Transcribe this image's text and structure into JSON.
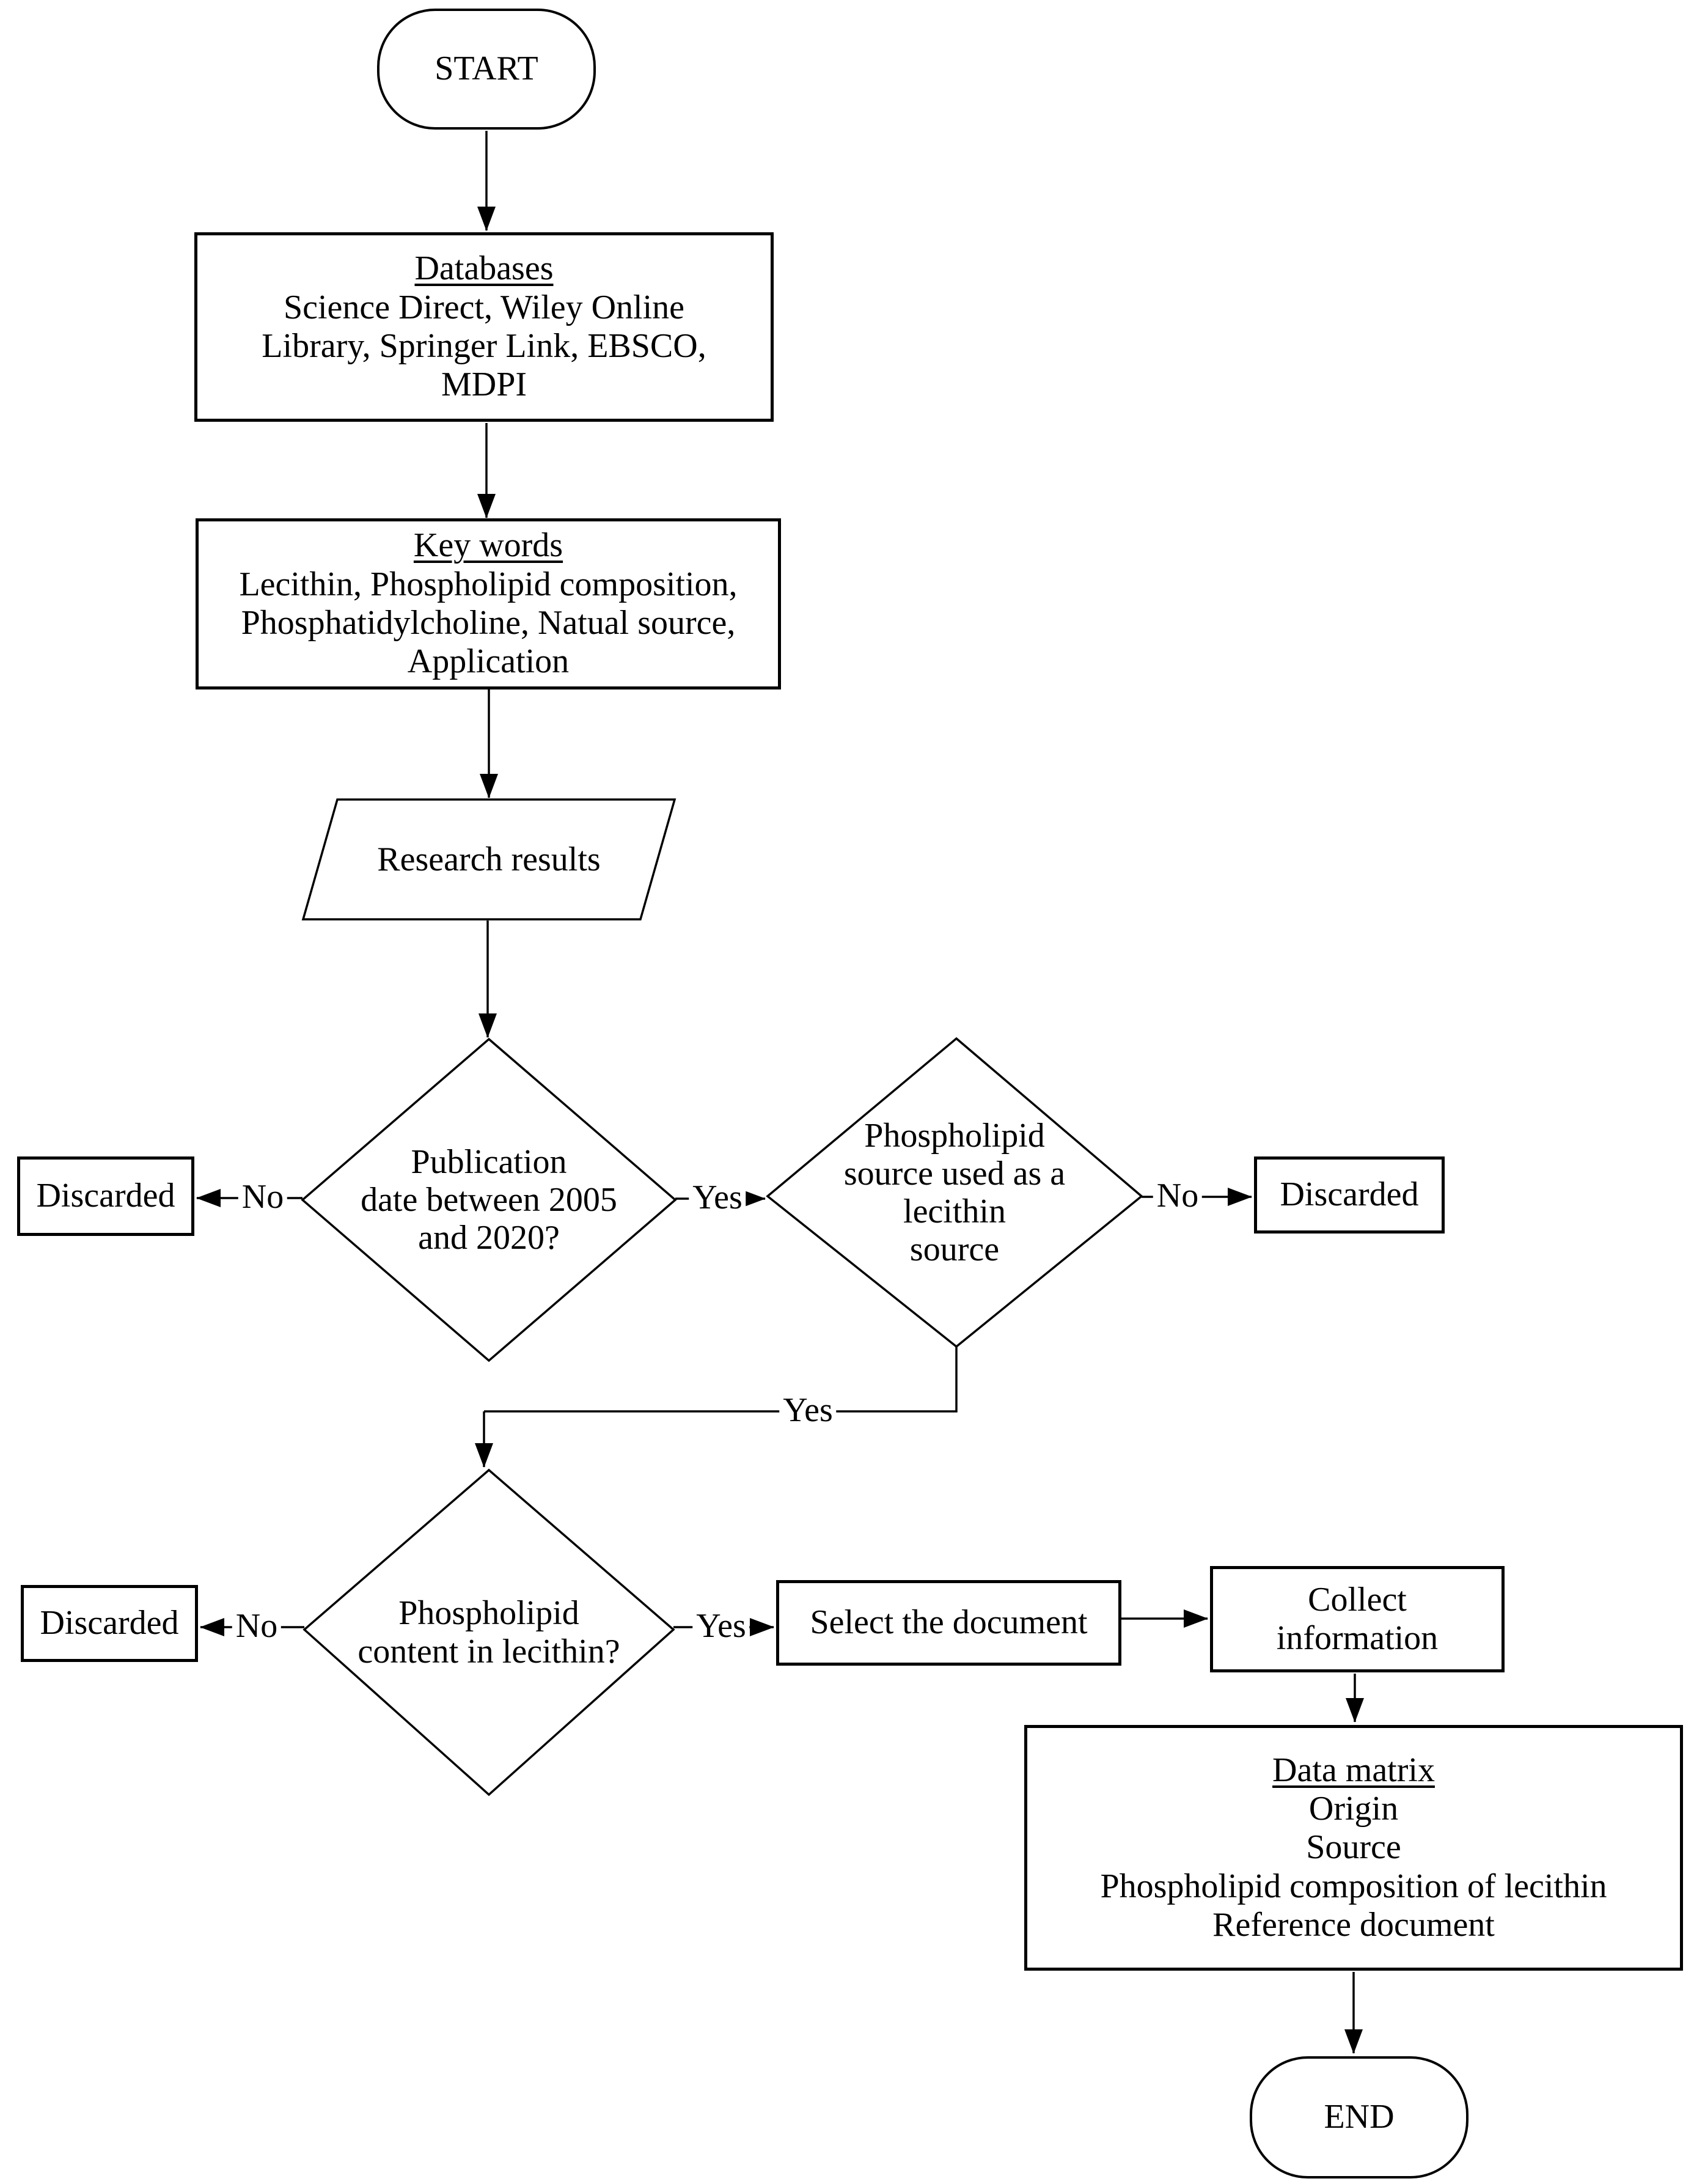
{
  "flowchart": {
    "start": {
      "label": "START"
    },
    "databases": {
      "title": "Databases",
      "lines": [
        "Science Direct, Wiley Online",
        "Library, Springer Link, EBSCO,",
        "MDPI"
      ]
    },
    "keywords": {
      "title": "Key words",
      "lines": [
        "Lecithin, Phospholipid composition,",
        "Phosphatidylcholine, Natual source,",
        "Application"
      ]
    },
    "research_results": {
      "label": "Research results"
    },
    "decision_publication": {
      "lines": [
        "Publication",
        "date between 2005",
        "and 2020?"
      ]
    },
    "decision_source": {
      "lines": [
        "Phospholipid",
        "source used as a",
        "lecithin",
        "source"
      ]
    },
    "decision_content": {
      "lines": [
        "Phospholipid",
        "content in lecithin?"
      ]
    },
    "discarded_left": {
      "label": "Discarded"
    },
    "discarded_right": {
      "label": "Discarded"
    },
    "discarded_bottom": {
      "label": "Discarded"
    },
    "select_document": {
      "label": "Select the document"
    },
    "collect_information": {
      "lines": [
        "Collect",
        "information"
      ]
    },
    "data_matrix": {
      "title": "Data matrix",
      "lines": [
        "Origin",
        "Source",
        "Phospholipid composition of lecithin",
        "Reference document"
      ]
    },
    "end": {
      "label": "END"
    },
    "edge_labels": {
      "no1": "No",
      "yes1": "Yes",
      "no2": "No",
      "yes2": "Yes",
      "no3": "No",
      "yes3": "Yes"
    }
  },
  "colors": {
    "stroke": "#000000",
    "background": "#ffffff"
  }
}
